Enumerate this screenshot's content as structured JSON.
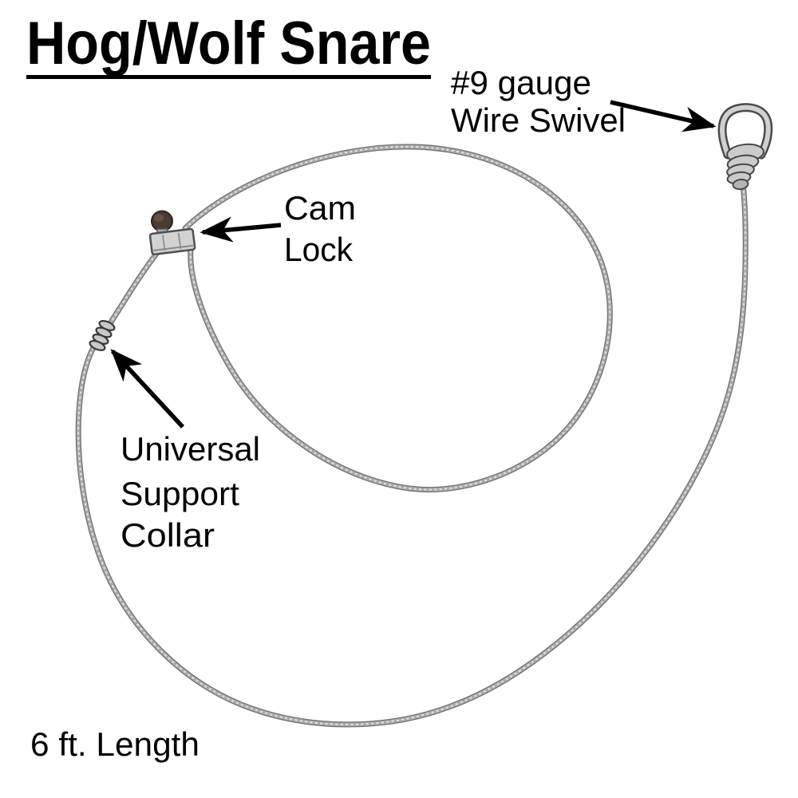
{
  "title": {
    "text": "Hog/Wolf Snare"
  },
  "annotations": {
    "wire_swivel": {
      "line1": "#9 gauge",
      "line2": "Wire Swivel",
      "arrow": "points right-down to swivel at top right"
    },
    "cam_lock": {
      "line1": "Cam",
      "line2": "Lock",
      "arrow": "points left to cam lock on snare loop"
    },
    "support_collar": {
      "line1": "Universal",
      "line2": "Support",
      "line3": "Collar",
      "arrow": "points up-left to spring collar on cable"
    },
    "length": {
      "text": "6 ft. Length"
    }
  },
  "diagram": {
    "type": "annotated product diagram",
    "subject_parts": [
      "#9 gauge Wire Swivel",
      "Cam Lock",
      "Universal Support Collar",
      "6 ft. cable"
    ],
    "colors": {
      "background": "#ffffff",
      "text": "#000000",
      "arrow": "#000000",
      "cable_outline": "#6f6f6f",
      "cable_body": "#a9a9a9",
      "cable_highlight": "#e3e3e3",
      "hardware_fill": "#cbcbcb",
      "hardware_outline": "#474747",
      "cam_knob": "#4c3b33"
    }
  }
}
